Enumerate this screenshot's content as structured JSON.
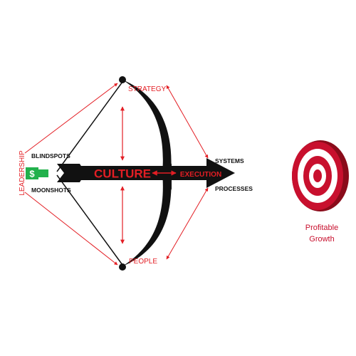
{
  "labels": {
    "strategy": "STRATEGY",
    "people": "PEOPLE",
    "leadership": "LEADERSHIP",
    "blindspots": "BLINDSPOTS",
    "moonshots": "MOONSHOTS",
    "culture": "CULTURE",
    "execution": "EXECUTION",
    "systems": "SYSTEMS",
    "processes": "PROCESSES",
    "dollar": "$",
    "target_line1": "Profitable",
    "target_line2": "Growth"
  },
  "colors": {
    "accent_red": "#e31e24",
    "annotation_red": "#d9534f",
    "bow_black": "#111111",
    "money_green": "#22b14c",
    "target_red": "#c8102e",
    "target_text": "#c8102e"
  }
}
